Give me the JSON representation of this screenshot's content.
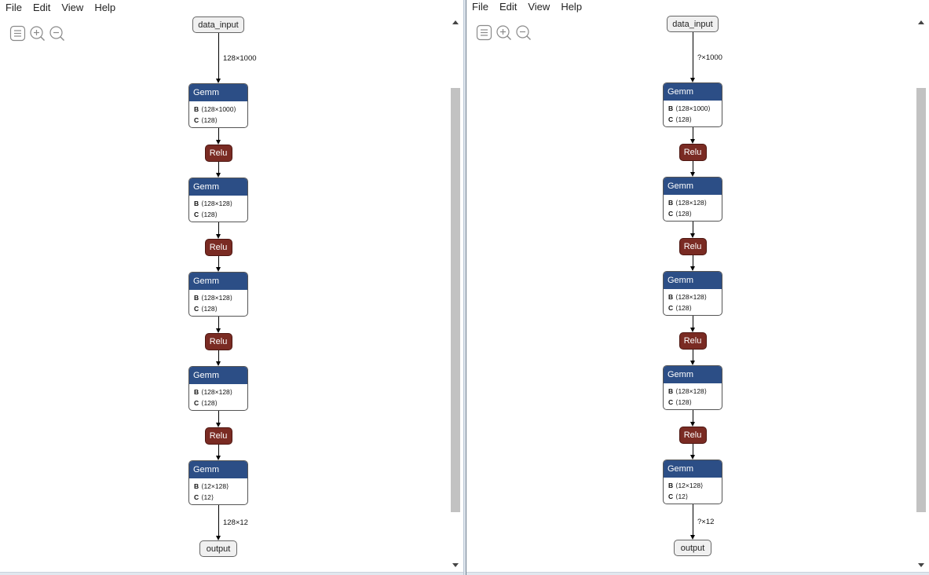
{
  "menu": [
    "File",
    "Edit",
    "View",
    "Help"
  ],
  "toolbar": {
    "icons": [
      "menu-icon",
      "zoom-in-icon",
      "zoom-out-icon"
    ]
  },
  "panes": [
    {
      "input_label": "data_input",
      "output_label": "output",
      "input_shape": "128×1000",
      "output_shape": "128×12",
      "gemms": [
        {
          "title": "Gemm",
          "b": "⟨128×1000⟩",
          "c": "⟨128⟩"
        },
        {
          "title": "Gemm",
          "b": "⟨128×128⟩",
          "c": "⟨128⟩"
        },
        {
          "title": "Gemm",
          "b": "⟨128×128⟩",
          "c": "⟨128⟩"
        },
        {
          "title": "Gemm",
          "b": "⟨128×128⟩",
          "c": "⟨128⟩"
        },
        {
          "title": "Gemm",
          "b": "⟨12×128⟩",
          "c": "⟨12⟩"
        }
      ],
      "relu_label": "Relu"
    },
    {
      "input_label": "data_input",
      "output_label": "output",
      "input_shape": "?×1000",
      "output_shape": "?×12",
      "gemms": [
        {
          "title": "Gemm",
          "b": "⟨128×1000⟩",
          "c": "⟨128⟩"
        },
        {
          "title": "Gemm",
          "b": "⟨128×128⟩",
          "c": "⟨128⟩"
        },
        {
          "title": "Gemm",
          "b": "⟨128×128⟩",
          "c": "⟨128⟩"
        },
        {
          "title": "Gemm",
          "b": "⟨128×128⟩",
          "c": "⟨128⟩"
        },
        {
          "title": "Gemm",
          "b": "⟨12×128⟩",
          "c": "⟨12⟩"
        }
      ],
      "relu_label": "Relu"
    }
  ],
  "attr_keys": {
    "b": "B",
    "c": "C"
  },
  "colors": {
    "gemm_header": "#2c4e86",
    "relu": "#7a2b23",
    "io_node": "#f0f0f0"
  }
}
